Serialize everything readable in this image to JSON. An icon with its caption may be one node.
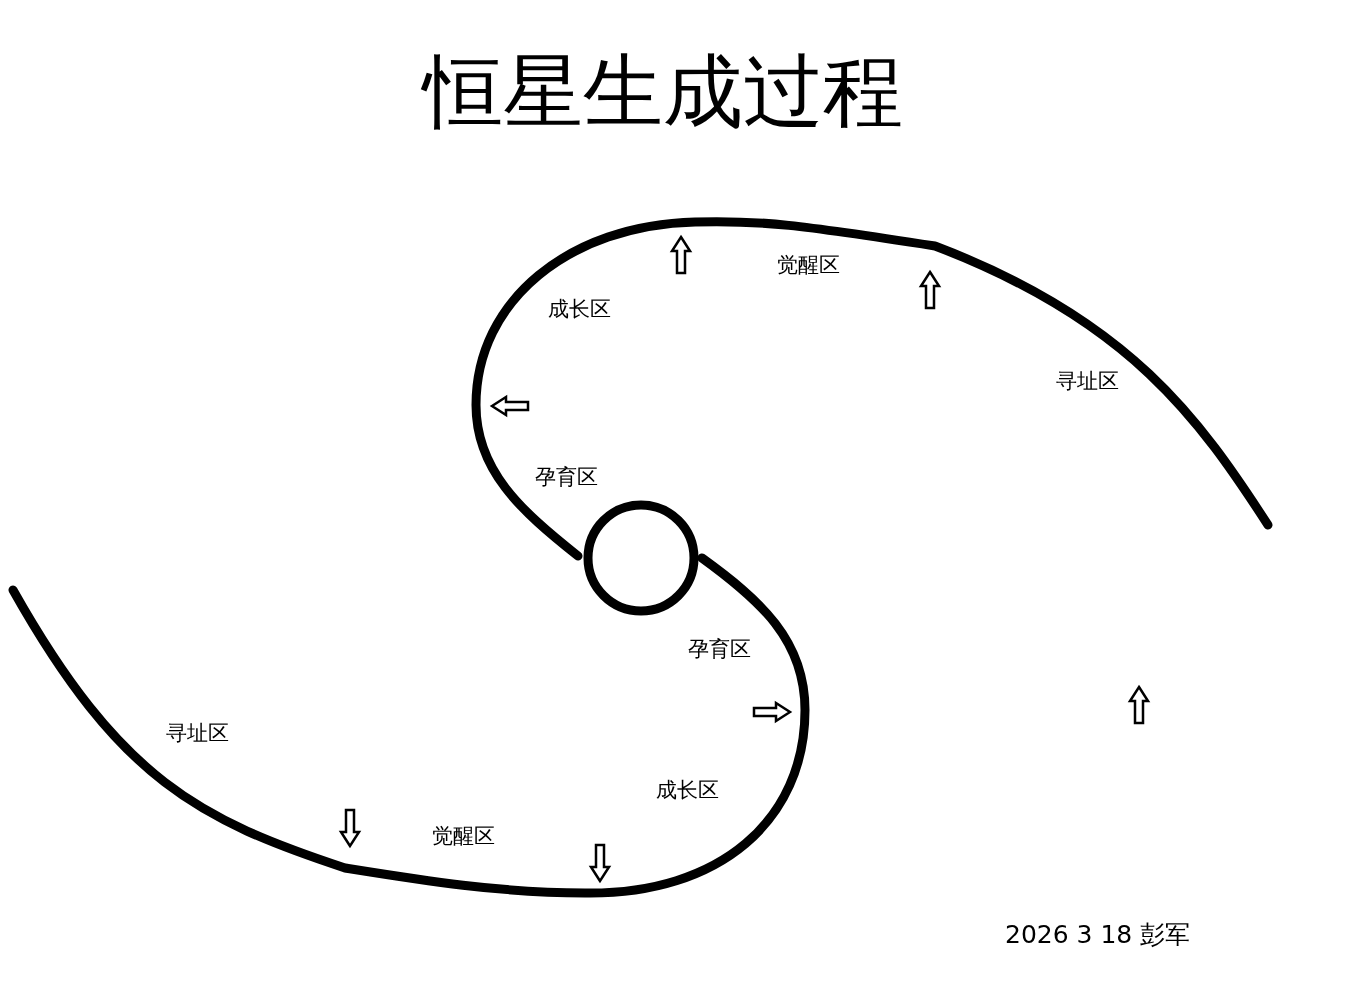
{
  "diagram": {
    "title": "恒星生成过程",
    "nodes": [
      {
        "text": [],
        "shape": "circle"
      }
    ],
    "labels": [
      "觉醒区",
      "成长区",
      "寻址区",
      "孕育区",
      "孕育区",
      "寻址区",
      "成长区",
      "觉醒区",
      "2026 3 18 彭军"
    ]
  }
}
